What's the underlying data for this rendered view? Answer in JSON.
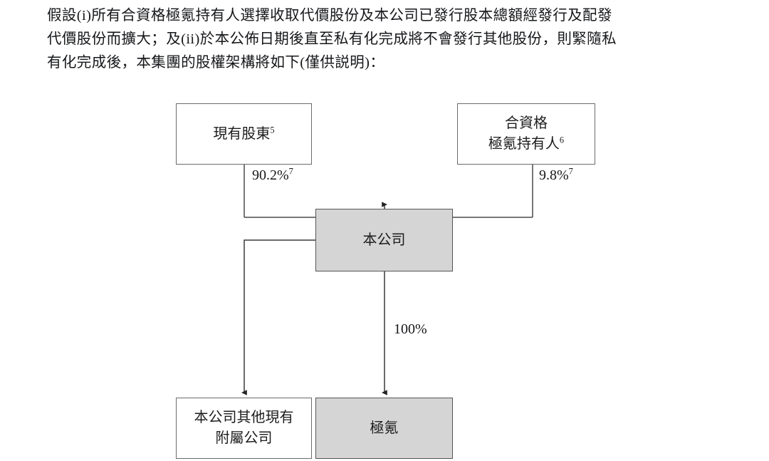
{
  "document": {
    "paragraph": {
      "lines": [
        "假設(i)所有合資格極氪持有人選擇收取代價股份及本公司已發行股本總額經發行及配發",
        "代價股份而擴大；及(ii)於本公佈日期後直至私有化完成將不會發行其他股份，則緊隨私",
        "有化完成後，本集團的股權架構將如下(僅供説明)："
      ]
    }
  },
  "chart_data": {
    "type": "diagram",
    "title": "本集團的股權架構",
    "colors": {
      "shaded_fill": "#d5d5d5",
      "node_border": "#6b6b6b",
      "connector": "#3a3a3a",
      "page_background": "#ffffff",
      "text": "#1c1c1c"
    },
    "nodes": [
      {
        "id": "existing-shareholders",
        "lines": [
          "現有股東"
        ],
        "footnote": "5",
        "shaded": false
      },
      {
        "id": "eligible-holders",
        "line1": "合資格",
        "line2": "極氪持有人",
        "footnote": "6",
        "shaded": false
      },
      {
        "id": "company",
        "lines": [
          "本公司"
        ],
        "footnote": "",
        "shaded": true
      },
      {
        "id": "other-subsidiaries",
        "line1": "本公司其他現有",
        "line2": "附屬公司",
        "footnote": "",
        "shaded": false
      },
      {
        "id": "zeekr",
        "lines": [
          "極氪"
        ],
        "footnote": "",
        "shaded": true
      }
    ],
    "edges": [
      {
        "id": "existing-to-company",
        "from": "existing-shareholders",
        "to": "company",
        "value": "90.2%",
        "footnote": "7",
        "arrow": true
      },
      {
        "id": "eligible-to-company",
        "from": "eligible-holders",
        "to": "company",
        "value": "9.8%",
        "footnote": "7",
        "arrow": true
      },
      {
        "id": "company-to-subsidiaries",
        "from": "company",
        "to": "other-subsidiaries",
        "value": "",
        "footnote": "",
        "arrow": true
      },
      {
        "id": "company-to-zeekr",
        "from": "company",
        "to": "zeekr",
        "value": "100%",
        "footnote": "",
        "arrow": true
      }
    ],
    "node_labels": {
      "existing_shareholders": "現有股東",
      "existing_shareholders_footnote": "5",
      "eligible_holders_line1": "合資格",
      "eligible_holders_line2": "極氪持有人",
      "eligible_holders_footnote": "6",
      "company": "本公司",
      "other_subsidiaries_line1": "本公司其他現有",
      "other_subsidiaries_line2": "附屬公司",
      "zeekr": "極氪"
    },
    "edge_labels": {
      "pct_existing": "90.2%",
      "pct_existing_footnote": "7",
      "pct_eligible": "9.8%",
      "pct_eligible_footnote": "7",
      "pct_zeekr": "100%"
    }
  }
}
